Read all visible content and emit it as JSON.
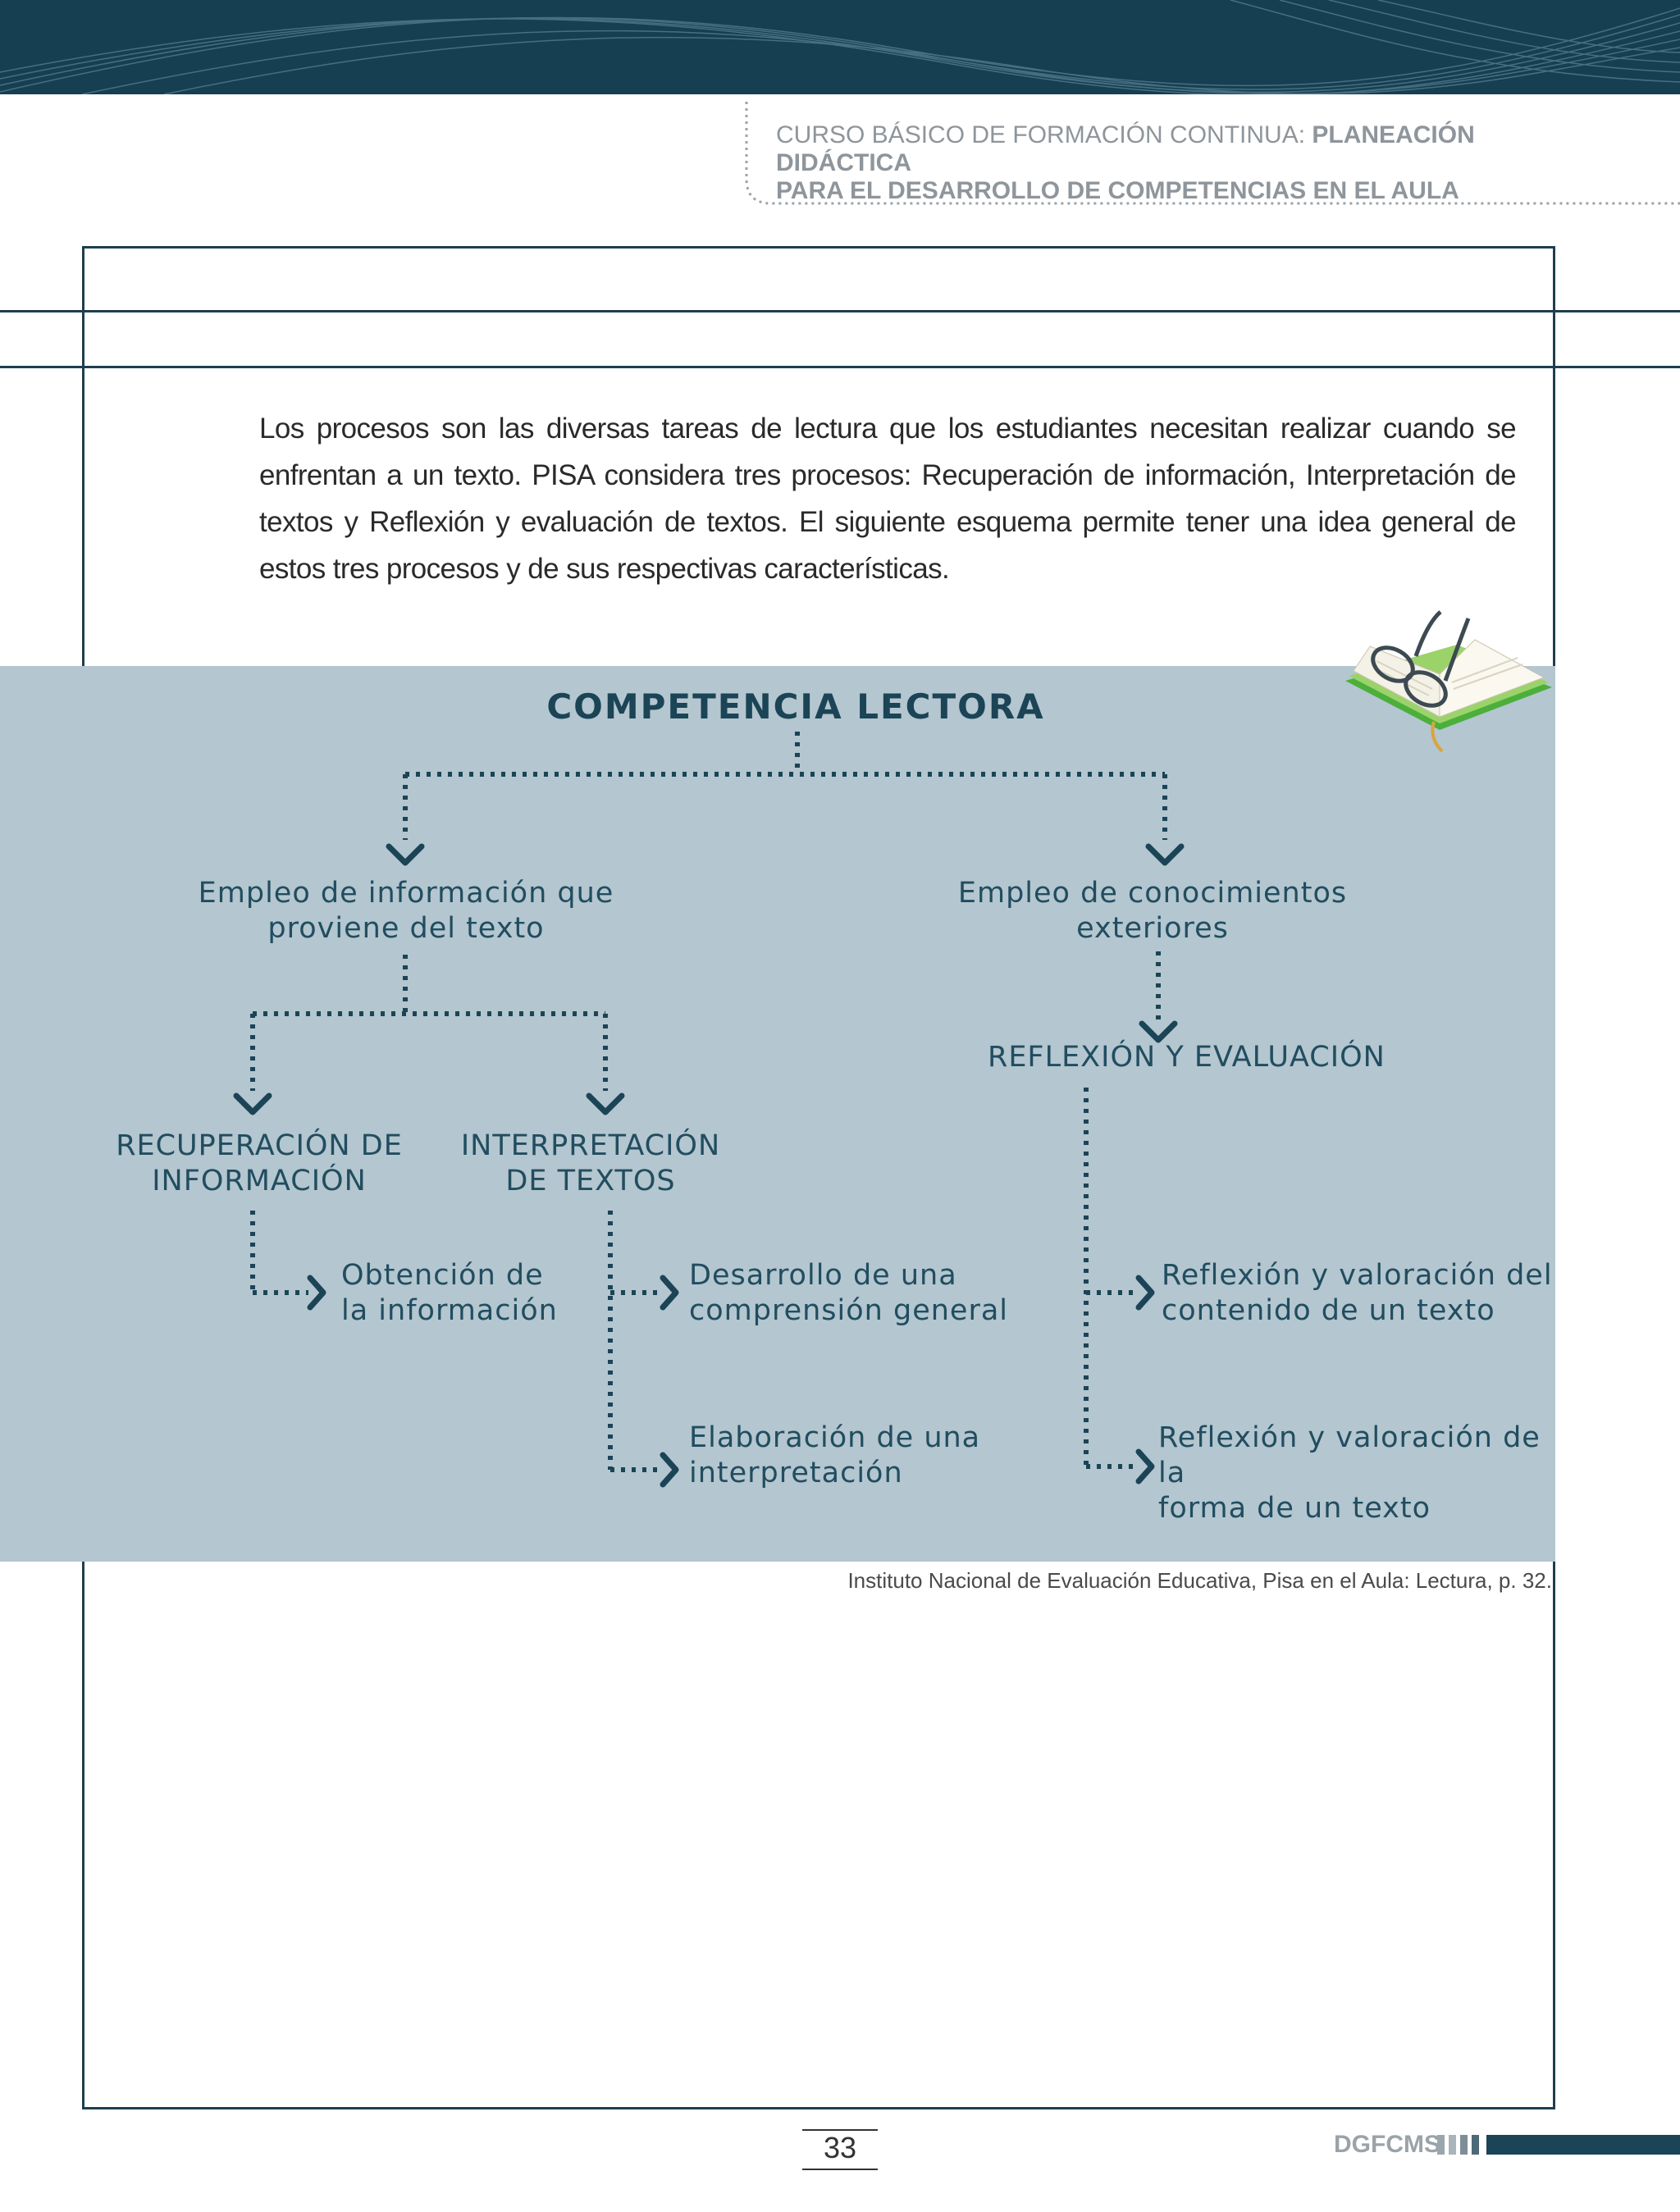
{
  "header": {
    "course_prefix": "CURSO BÁSICO DE FORMACIÓN CONTINUA: ",
    "course_title_line1": "PLANEACIÓN DIDÁCTICA",
    "course_title_line2": "PARA EL DESARROLLO DE COMPETENCIAS EN EL AULA"
  },
  "body": {
    "intro": "Los procesos son las diversas tareas de lectura que los estudiantes necesitan realizar cuando se enfrentan a un texto. PISA considera tres procesos: Recuperación de información, Interpretación de textos y Reflexión y evaluación de textos. El siguiente esquema permite tener una idea general de estos tres procesos y de sus respectivas características."
  },
  "diagram": {
    "title": "COMPETENCIA LECTORA",
    "left_branch": {
      "line1": "Empleo de información que",
      "line2": "proviene del texto"
    },
    "right_branch": {
      "line1": "Empleo de conocimientos",
      "line2": "exteriores"
    },
    "recuperacion": {
      "line1": "RECUPERACIÓN DE",
      "line2": "INFORMACIÓN"
    },
    "interpretacion": {
      "line1": "INTERPRETACIÓN",
      "line2": "DE TEXTOS"
    },
    "reflexion": "REFLEXIÓN Y EVALUACIÓN",
    "leaves": {
      "obtencion": {
        "line1": "Obtención de",
        "line2": "la información"
      },
      "desarrollo": {
        "line1": "Desarrollo de una",
        "line2": "comprensión general"
      },
      "elaboracion": {
        "line1": "Elaboración de una",
        "line2": "interpretación"
      },
      "reflexion_contenido": {
        "line1": "Reflexión y valoración del",
        "line2": "contenido de un texto"
      },
      "reflexion_forma": {
        "line1": "Reflexión y valoración de la",
        "line2": "forma de un texto"
      }
    },
    "icon": "open-book-with-glasses-icon"
  },
  "caption": "Instituto Nacional de Evaluación Educativa, Pisa en el Aula: Lectura, p. 32.",
  "footer": {
    "page_number": "33",
    "brand": "DGFCMS"
  },
  "colors": {
    "header_band": "#163f52",
    "panel": "#b4c6cf",
    "diagram_text": "#214d60",
    "frame": "#1f3e4f"
  }
}
